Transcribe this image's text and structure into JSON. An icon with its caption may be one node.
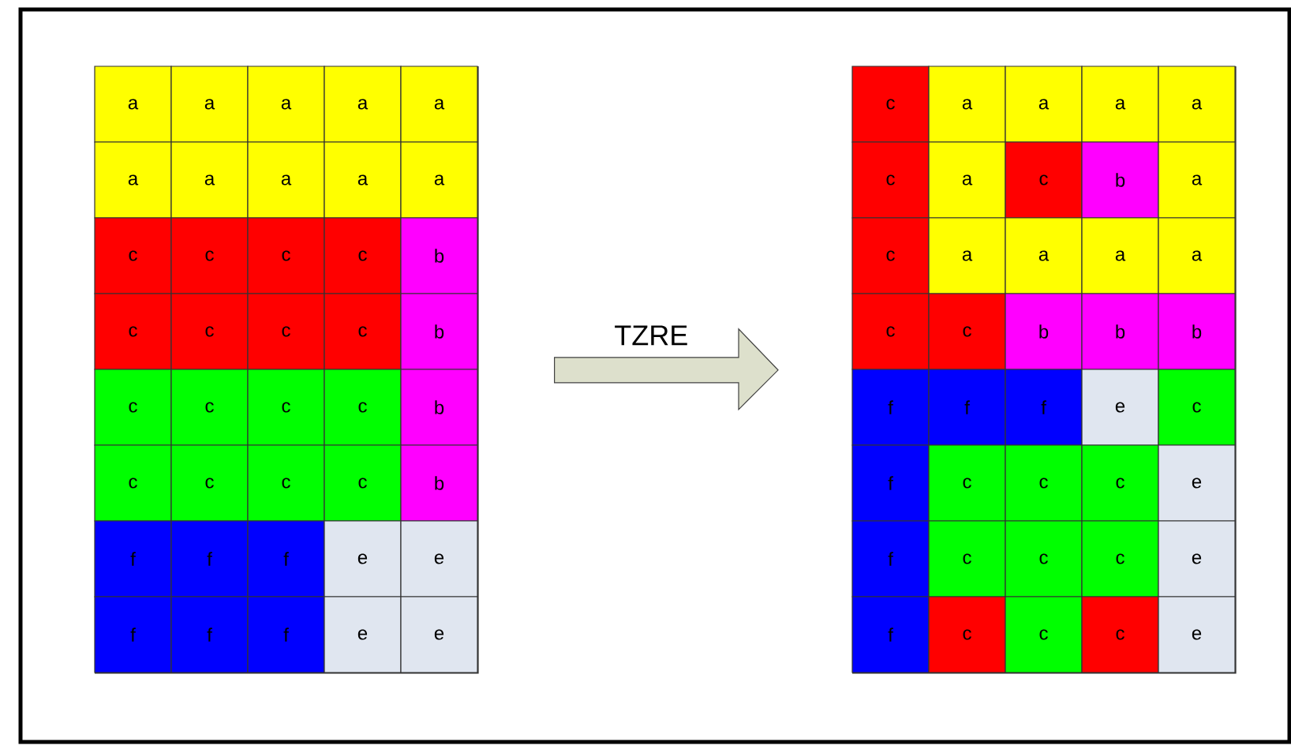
{
  "diagram": {
    "nodes": [
      {
        "text": [],
        "shape": "box"
      },
      {
        "text": [
          "a"
        ],
        "in": 0
      },
      {
        "text": [
          "a"
        ],
        "in": 0
      },
      {
        "text": [
          "a"
        ],
        "in": 0
      },
      {
        "text": [
          "a"
        ],
        "in": 0
      },
      {
        "text": [
          "a"
        ],
        "in": 0
      },
      {
        "text": [
          "a"
        ],
        "in": 0
      },
      {
        "text": [
          "a"
        ],
        "in": 0
      },
      {
        "text": [
          "a"
        ],
        "in": 0
      },
      {
        "text": [
          "a"
        ],
        "in": 0
      },
      {
        "text": [
          "a"
        ],
        "in": 0
      },
      {
        "text": [
          "c"
        ],
        "in": 0
      },
      {
        "text": [
          "c"
        ],
        "in": 0
      },
      {
        "text": [
          "c"
        ],
        "in": 0
      },
      {
        "text": [
          "c"
        ],
        "in": 0
      },
      {
        "text": [
          "b"
        ],
        "in": 0
      },
      {
        "text": [
          "c"
        ],
        "in": 0
      },
      {
        "text": [
          "c"
        ],
        "in": 0
      },
      {
        "text": [
          "c"
        ],
        "in": 0
      },
      {
        "text": [
          "c"
        ],
        "in": 0
      },
      {
        "text": [
          "b"
        ],
        "in": 0
      },
      {
        "text": [
          "c"
        ],
        "in": 0
      },
      {
        "text": [
          "c"
        ],
        "in": 0
      },
      {
        "text": [
          "c"
        ],
        "in": 0
      },
      {
        "text": [
          "c"
        ],
        "in": 0
      },
      {
        "text": [
          "b"
        ],
        "in": 0
      },
      {
        "text": [
          "c"
        ],
        "in": 0
      },
      {
        "text": [
          "c"
        ],
        "in": 0
      },
      {
        "text": [
          "c"
        ],
        "in": 0
      },
      {
        "text": [
          "c"
        ],
        "in": 0
      },
      {
        "text": [
          "b"
        ],
        "in": 0
      },
      {
        "text": [
          "f"
        ],
        "in": 0
      },
      {
        "text": [
          "f"
        ],
        "in": 0
      },
      {
        "text": [
          "f"
        ],
        "in": 0
      },
      {
        "text": [
          "e"
        ],
        "in": 0
      },
      {
        "text": [
          "e"
        ],
        "in": 0
      },
      {
        "text": [
          "f"
        ],
        "in": 0
      },
      {
        "text": [
          "f"
        ],
        "in": 0
      },
      {
        "text": [
          "f"
        ],
        "in": 0
      },
      {
        "text": [
          "e"
        ],
        "in": 0
      },
      {
        "text": [
          "e"
        ],
        "in": 0
      },
      {
        "text": [],
        "shape": "box"
      },
      {
        "text": [
          "c"
        ],
        "in": 41
      },
      {
        "text": [
          "a"
        ],
        "in": 41
      },
      {
        "text": [
          "a"
        ],
        "in": 41
      },
      {
        "text": [
          "a"
        ],
        "in": 41
      },
      {
        "text": [
          "a"
        ],
        "in": 41
      },
      {
        "text": [
          "c"
        ],
        "in": 41
      },
      {
        "text": [
          "a"
        ],
        "in": 41
      },
      {
        "text": [
          "c"
        ],
        "in": 41
      },
      {
        "text": [
          "b"
        ],
        "in": 41
      },
      {
        "text": [
          "a"
        ],
        "in": 41
      },
      {
        "text": [
          "c"
        ],
        "in": 41
      },
      {
        "text": [
          "a"
        ],
        "in": 41
      },
      {
        "text": [
          "a"
        ],
        "in": 41
      },
      {
        "text": [
          "a"
        ],
        "in": 41
      },
      {
        "text": [
          "a"
        ],
        "in": 41
      },
      {
        "text": [
          "c"
        ],
        "in": 41
      },
      {
        "text": [
          "c"
        ],
        "in": 41
      },
      {
        "text": [
          "b"
        ],
        "in": 41
      },
      {
        "text": [
          "b"
        ],
        "in": 41
      },
      {
        "text": [
          "b"
        ],
        "in": 41
      },
      {
        "text": [
          "f"
        ],
        "in": 41
      },
      {
        "text": [
          "f"
        ],
        "in": 41
      },
      {
        "text": [
          "f"
        ],
        "in": 41
      },
      {
        "text": [
          "e"
        ],
        "in": 41
      },
      {
        "text": [
          "c"
        ],
        "in": 41
      },
      {
        "text": [
          "f"
        ],
        "in": 41
      },
      {
        "text": [
          "c"
        ],
        "in": 41
      },
      {
        "text": [
          "c"
        ],
        "in": 41
      },
      {
        "text": [
          "c"
        ],
        "in": 41
      },
      {
        "text": [
          "e"
        ],
        "in": 41
      },
      {
        "text": [
          "f"
        ],
        "in": 41
      },
      {
        "text": [
          "c"
        ],
        "in": 41
      },
      {
        "text": [
          "c"
        ],
        "in": 41
      },
      {
        "text": [
          "c"
        ],
        "in": 41
      },
      {
        "text": [
          "e"
        ],
        "in": 41
      },
      {
        "text": [
          "f"
        ],
        "in": 41
      },
      {
        "text": [
          "c"
        ],
        "in": 41
      },
      {
        "text": [
          "c"
        ],
        "in": 41
      },
      {
        "text": [
          "c"
        ],
        "in": 41
      },
      {
        "text": [
          "e"
        ],
        "in": 41
      }
    ],
    "edges": [
      {
        "from": 0,
        "to": 41,
        "arrow": "to",
        "label": "TZRE"
      }
    ]
  }
}
